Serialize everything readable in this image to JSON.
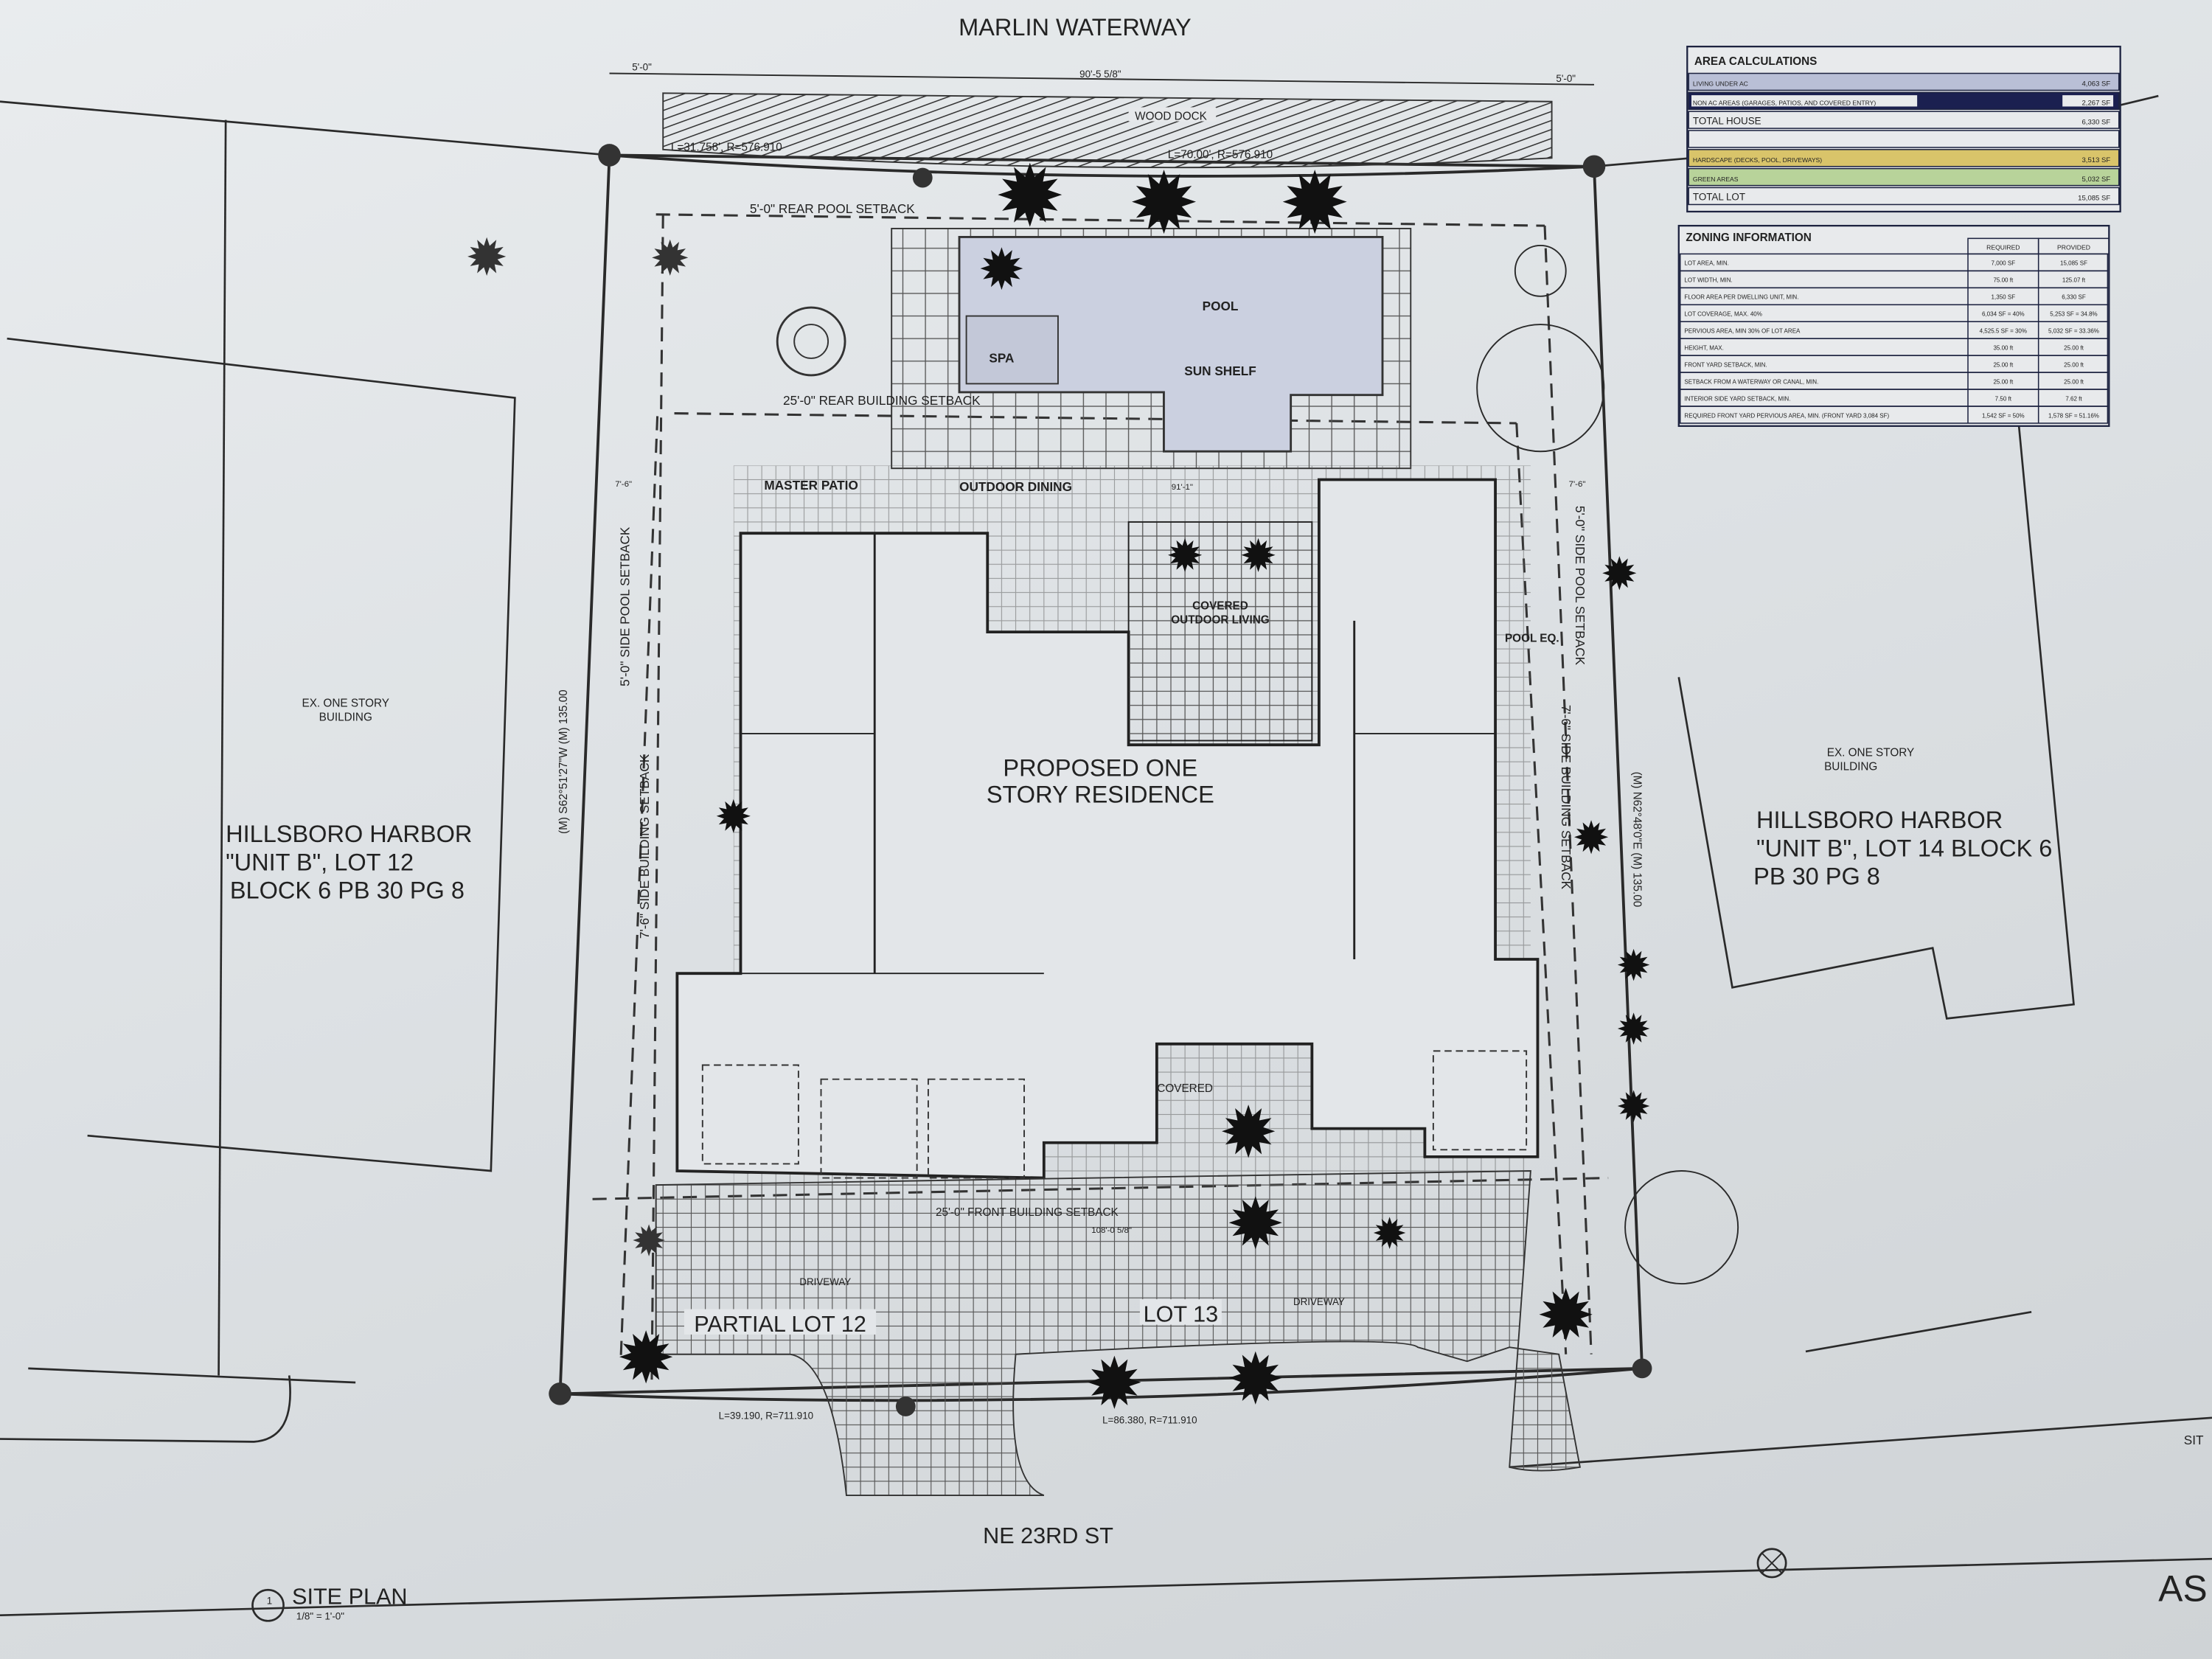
{
  "drawing": {
    "waterway": "MARLIN WATERWAY",
    "street": "NE 23RD ST",
    "title": "SITE PLAN",
    "scale": "1/8\" = 1'-0\"",
    "detail_number": "1",
    "sheet_ref": "AS",
    "sheet_ref_partial": "SIT",
    "residence_label_line1": "PROPOSED ONE",
    "residence_label_line2": "STORY RESIDENCE",
    "top_dimension": "90'-5 5/8\"",
    "left_corner_dim": "5'-0\"",
    "right_corner_dim": "5'-0\"",
    "wood_dock": "WOOD DOCK",
    "arc_rear_left": "L=31.758', R=576.910",
    "arc_rear_right": "L=70.00', R=576.910",
    "arc_front_left": "L=39.190, R=711.910",
    "arc_front_right": "L=86.380, R=711.910",
    "left_bearing": "(M) S62°51'27\"W (M) 135.00",
    "right_bearing": "(M) N62°48'0\"E (M) 135.00",
    "rear_pool_setback": "5'-0\" REAR POOL SETBACK",
    "rear_building_setback": "25'-0\" REAR BUILDING SETBACK",
    "front_building_setback": "25'-0\" FRONT BUILDING SETBACK",
    "left_side_pool_setback": "5'-0\" SIDE POOL SETBACK",
    "left_side_building_setback": "7'-6\" SIDE BUILDING SETBACK",
    "right_side_pool_setback": "5'-0\" SIDE POOL SETBACK",
    "right_side_building_setback": "7'-6\" SIDE BUILDING SETBACK",
    "front_dim": "108'-0 5/8\"",
    "pool": "POOL",
    "spa": "SPA",
    "sun_shelf": "SUN SHELF",
    "master_patio": "MASTER PATIO",
    "outdoor_dining": "OUTDOOR DINING",
    "covered_outdoor_living_1": "COVERED",
    "covered_outdoor_living_2": "OUTDOOR LIVING",
    "covered_entry": "COVERED",
    "pool_eq": "POOL EQ.",
    "driveway_left": "DRIVEWAY",
    "driveway_right": "DRIVEWAY",
    "partial_lot": "PARTIAL LOT 12",
    "lot": "LOT 13",
    "dim_7_6_left": "7'-6\"",
    "dim_7_6_right": "7'-6\"",
    "dim_91_1": "91'-1\""
  },
  "neighbors": {
    "left": {
      "building": [
        "EX. ONE STORY",
        "BUILDING"
      ],
      "lines": [
        "HILLSBORO HARBOR",
        "\"UNIT B\", LOT 12",
        "BLOCK 6 PB 30 PG 8"
      ]
    },
    "right": {
      "building": [
        "EX. ONE STORY",
        "BUILDING"
      ],
      "lines": [
        "HILLSBORO HARBOR",
        "\"UNIT B\", LOT 14  BLOCK 6",
        "PB 30 PG 8"
      ]
    }
  },
  "area_calculations": {
    "title": "AREA CALCULATIONS",
    "rows": [
      {
        "label": "LIVING UNDER AC",
        "value": "4,063 SF",
        "color": "#b9bfd6"
      },
      {
        "label": "NON AC AREAS (GARAGES, PATIOS, AND COVERED ENTRY)",
        "value": "2,267 SF",
        "color": "#1b2050"
      },
      {
        "label": "TOTAL HOUSE",
        "value": "6,330 SF",
        "color": "#e8eaec"
      },
      {
        "label": "",
        "value": "",
        "color": "#e8eaec"
      },
      {
        "label": "HARDSCAPE (DECKS, POOL, DRIVEWAYS)",
        "value": "3,513 SF",
        "color": "#d9c46a"
      },
      {
        "label": "GREEN AREAS",
        "value": "5,032 SF",
        "color": "#b8d39a"
      },
      {
        "label": "TOTAL LOT",
        "value": "15,085 SF",
        "color": "#e8eaec"
      }
    ]
  },
  "zoning_information": {
    "title": "ZONING INFORMATION",
    "headers": [
      "REQUIRED",
      "PROVIDED"
    ],
    "rows": [
      [
        "LOT AREA, MIN.",
        "7,000 SF",
        "15,085 SF"
      ],
      [
        "LOT WIDTH, MIN.",
        "75.00 ft",
        "125.07 ft"
      ],
      [
        "FLOOR AREA PER DWELLING UNIT, MIN.",
        "1,350 SF",
        "6,330 SF"
      ],
      [
        "LOT COVERAGE, MAX. 40%",
        "6,034 SF = 40%",
        "5,253 SF = 34.8%"
      ],
      [
        "PERVIOUS AREA, MIN 30% OF LOT AREA",
        "4,525.5 SF = 30%",
        "5,032 SF = 33.36%"
      ],
      [
        "HEIGHT, MAX.",
        "35.00 ft",
        "25.00 ft"
      ],
      [
        "FRONT YARD SETBACK, MIN.",
        "25.00 ft",
        "25.00 ft"
      ],
      [
        "SETBACK FROM A WATERWAY OR CANAL, MIN.",
        "25.00 ft",
        "25.00 ft"
      ],
      [
        "INTERIOR SIDE YARD SETBACK, MIN.",
        "7.50 ft",
        "7.62 ft"
      ],
      [
        "REQUIRED FRONT YARD PERVIOUS AREA, MIN. (FRONT YARD 3,084 SF)",
        "1,542 SF = 50%",
        "1,578 SF = 51.16%"
      ]
    ]
  }
}
